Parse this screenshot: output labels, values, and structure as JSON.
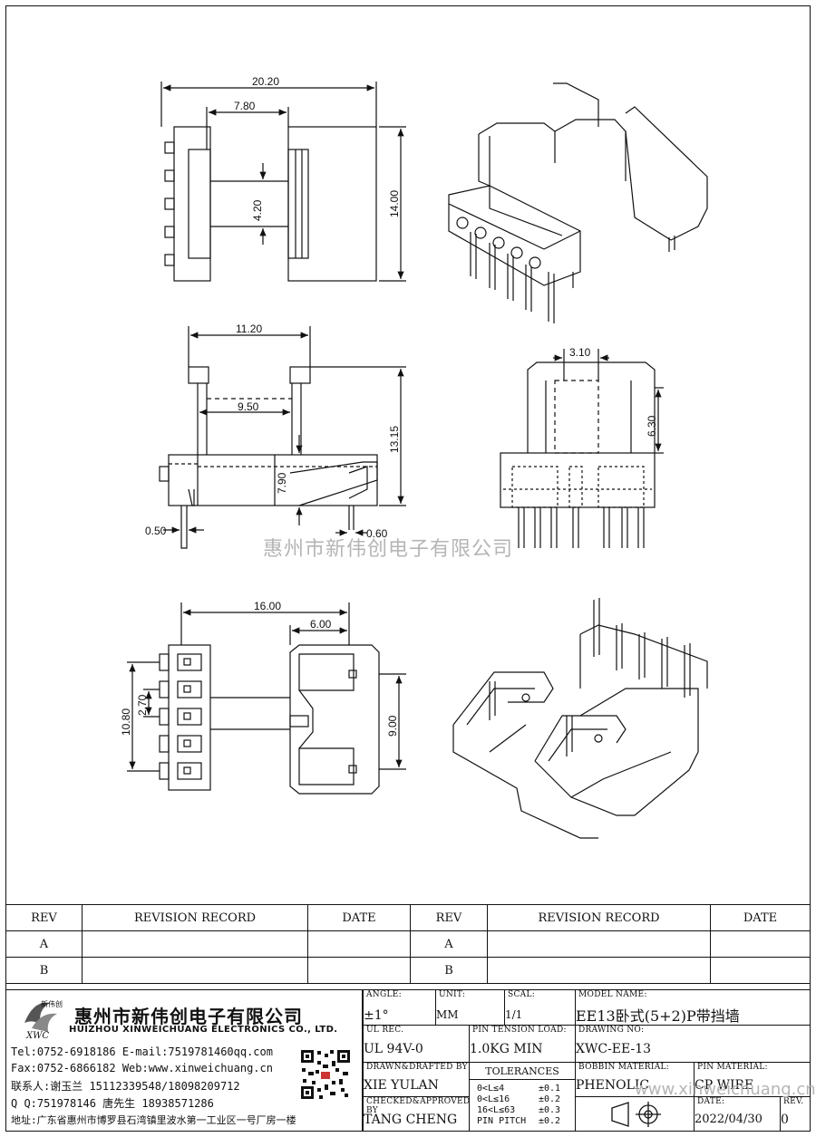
{
  "dimensions": {
    "d20_20": "20.20",
    "d7_80": "7.80",
    "d4_20": "4.20",
    "d14_00": "14.00",
    "d11_20": "11.20",
    "d9_50": "9.50",
    "d13_15": "13.15",
    "d7_90": "7.90",
    "d0_50": "0.50",
    "d0_60": "0.60",
    "d3_10": "3.10",
    "d6_30": "6.30",
    "d16_00": "16.00",
    "d6_00": "6.00",
    "d10_80": "10.80",
    "d2_70": "2.70",
    "d9_00": "9.00"
  },
  "watermark": "惠州市新伟创电子有限公司",
  "watermark_url": "www.xinweichuang.cn",
  "revision_table": {
    "headers": [
      "REV",
      "REVISION RECORD",
      "DATE",
      "REV",
      "REVISION RECORD",
      "DATE"
    ],
    "rows": [
      [
        "A",
        "",
        "",
        "A",
        "",
        ""
      ],
      [
        "B",
        "",
        "",
        "B",
        "",
        ""
      ]
    ]
  },
  "company": {
    "name_cn": "惠州市新伟创电子有限公司",
    "name_en": "HUIZHOU XINWEICHUANG ELECTRONICS CO., LTD.",
    "logo_text": "新伟创",
    "logo_abbr": "XWC",
    "tel": "Tel:0752-6918186 E-mail:7519781460qq.com",
    "fax": "Fax:0752-6866182 Web:www.xinweichuang.cn",
    "contact": "联系人:谢玉兰 15112339548/18098209712",
    "qq": "  Q Q:751978146   唐先生 18938571286",
    "address": "地址:广东省惠州市博罗县石湾镇里波水第一工业区一号厂房一楼"
  },
  "title_block": {
    "angle_label": "ANGLE:",
    "angle_value": "±1°",
    "unit_label": "UNIT:",
    "unit_value": "MM",
    "scale_label": "SCAL:",
    "scale_value": "1/1",
    "model_label": "MODEL NAME:",
    "model_value": "EE13卧式(5+2)P带挡墙",
    "ulrec_label": "UL REC.",
    "ulrec_value": "UL 94V-0",
    "pin_tension_label": "PIN TENSION LOAD:",
    "pin_tension_value": "1.0KG MIN",
    "drawing_no_label": "DRAWING NO:",
    "drawing_no_value": "XWC-EE-13",
    "drawn_label": "DRAWN&DRAFTED BY",
    "drawn_value": "XIE YULAN",
    "tolerances_label": "TOLERANCES",
    "tol_rows": [
      [
        "0<L≤4",
        "±0.1"
      ],
      [
        "0<L≤16",
        "±0.2"
      ],
      [
        "16<L≤63",
        "±0.3"
      ],
      [
        "PIN PITCH",
        "±0.2"
      ]
    ],
    "bobbin_label": "BOBBIN MATERIAL:",
    "bobbin_value": "PHENOLIC",
    "pin_material_label": "PIN MATERIAL:",
    "pin_material_value": "CP WIRE",
    "checked_label": "CHECKED&APPROVED BY",
    "checked_value": "TANG CHENG",
    "date_label": "DATE:",
    "date_value": "2022/04/30",
    "rev_label": "REV.",
    "rev_value": "0"
  }
}
